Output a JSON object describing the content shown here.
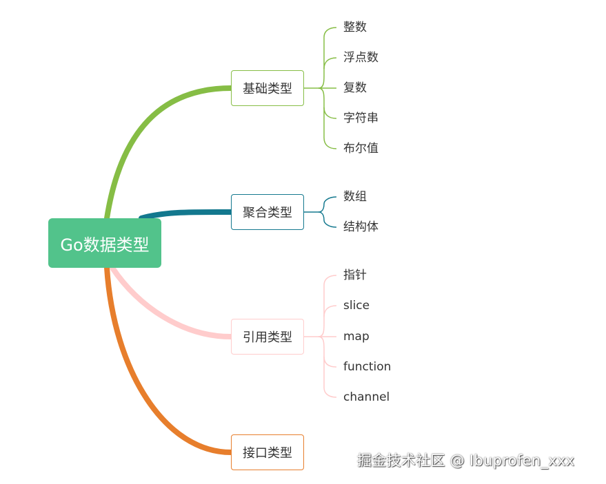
{
  "root": {
    "label": "Go数据类型",
    "color": "#52c38b"
  },
  "branches": [
    {
      "label": "基础类型",
      "color": "#86bd45",
      "children": [
        "整数",
        "浮点数",
        "复数",
        "字符串",
        "布尔值"
      ]
    },
    {
      "label": "聚合类型",
      "color": "#13788e",
      "children": [
        "数组",
        "结构体"
      ]
    },
    {
      "label": "引用类型",
      "color": "#ffcccc",
      "children": [
        "指针",
        "slice",
        "map",
        "function",
        "channel"
      ]
    },
    {
      "label": "接口类型",
      "color": "#e77e2c",
      "children": []
    }
  ],
  "watermark": "掘金技术社区 @ Ibuprofen_xxx"
}
